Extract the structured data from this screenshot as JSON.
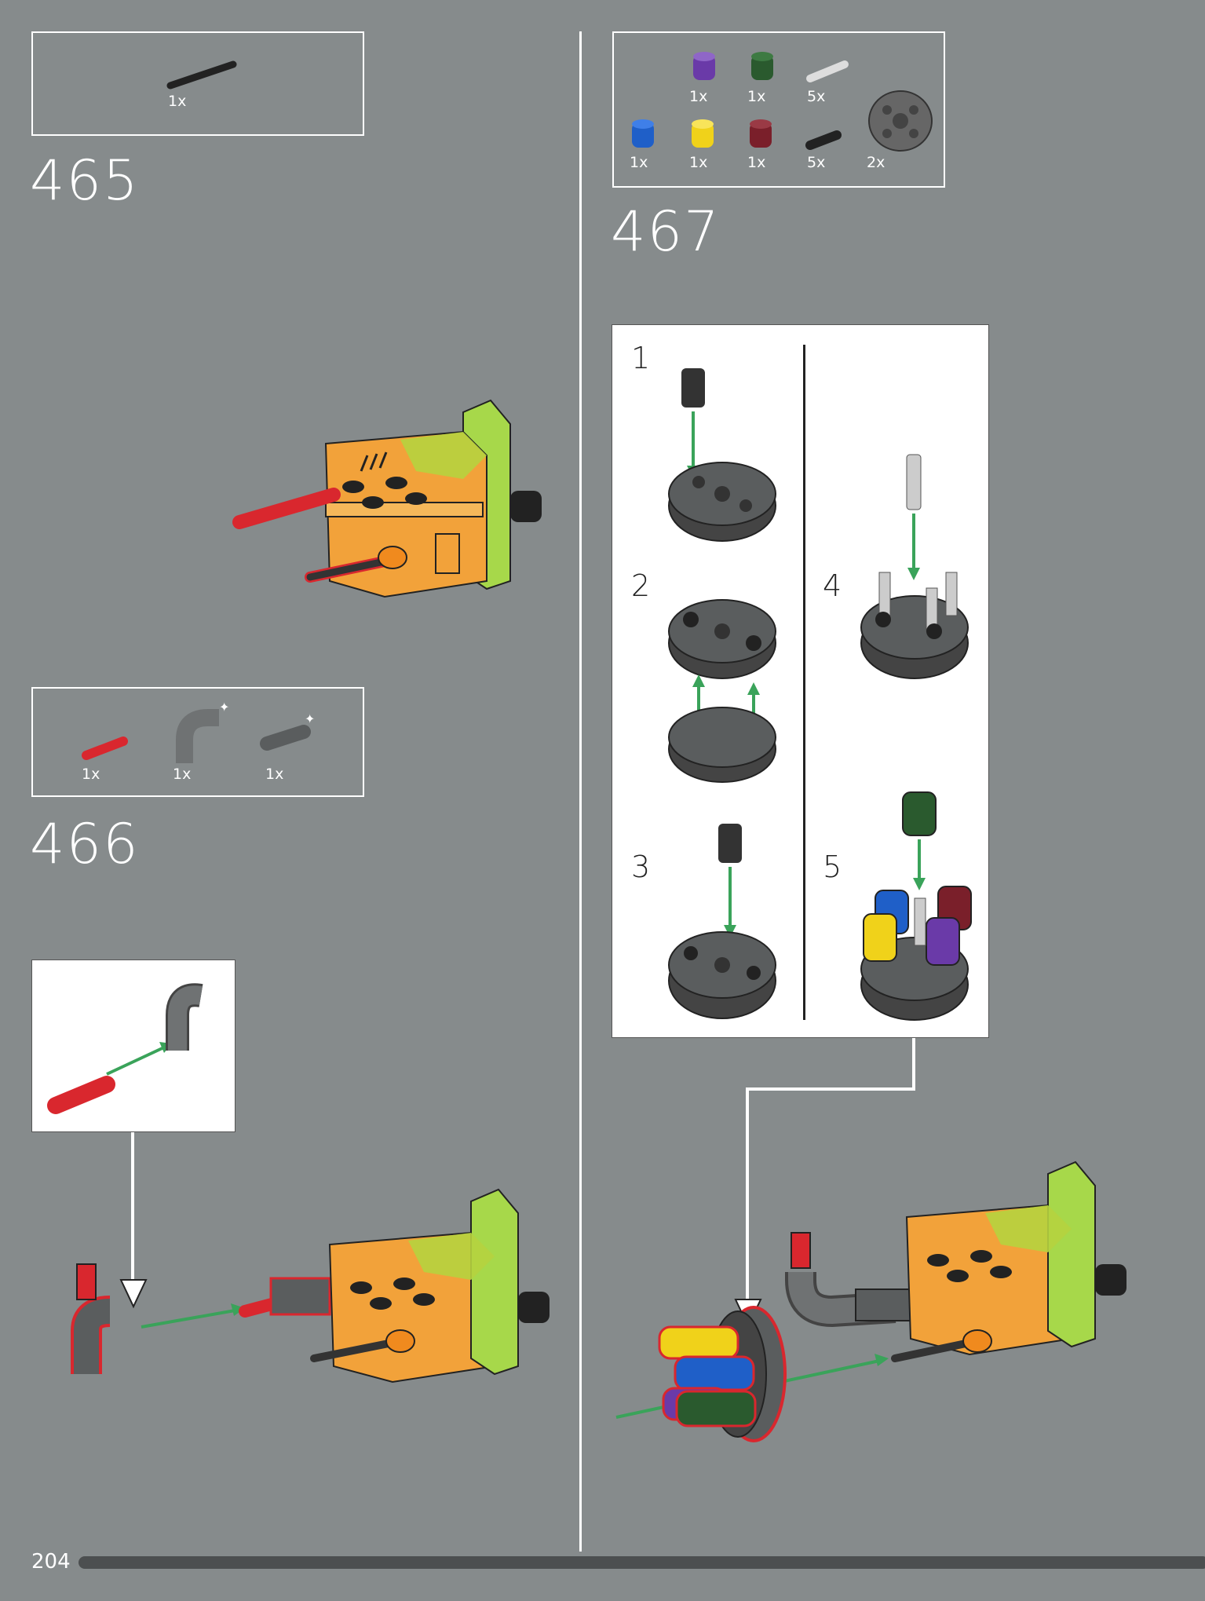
{
  "page": {
    "number": "204"
  },
  "steps": [
    {
      "number": "465",
      "parts": [
        {
          "name": "black-axle",
          "qty": "1x"
        }
      ]
    },
    {
      "number": "466",
      "parts": [
        {
          "name": "red-axle",
          "qty": "1x"
        },
        {
          "name": "gray-elbow",
          "qty": "1x"
        },
        {
          "name": "gray-pin-connector",
          "qty": "1x"
        }
      ]
    },
    {
      "number": "467",
      "parts": [
        {
          "name": "purple-round-brick",
          "qty": "1x"
        },
        {
          "name": "green-round-brick",
          "qty": "1x"
        },
        {
          "name": "light-gray-pin",
          "qty": "5x"
        },
        {
          "name": "blue-round-brick",
          "qty": "1x"
        },
        {
          "name": "yellow-round-brick",
          "qty": "1x"
        },
        {
          "name": "dark-red-round-brick",
          "qty": "1x"
        },
        {
          "name": "black-pin",
          "qty": "5x"
        },
        {
          "name": "gray-wheel",
          "qty": "2x"
        }
      ],
      "substeps": [
        "1",
        "2",
        "3",
        "4",
        "5"
      ]
    }
  ],
  "colors": {
    "background": "#868b8c",
    "accent_arrow": "#3aa35a",
    "highlight_outline": "#d9272e",
    "orange": "#f2a23a",
    "lime": "#a7d84a"
  }
}
